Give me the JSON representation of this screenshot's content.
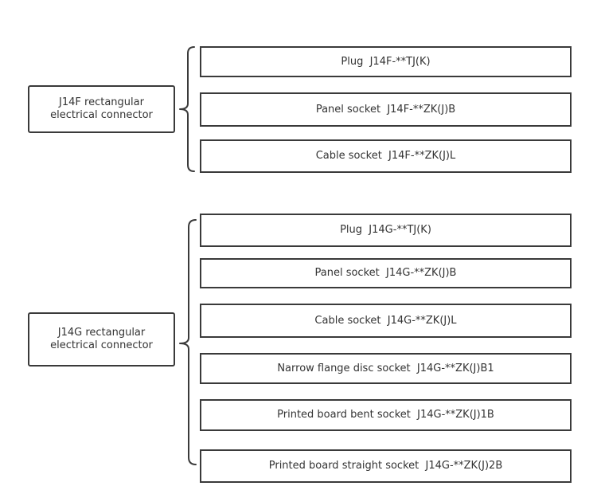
{
  "groups": [
    {
      "root": "J14F rectangular electrical connector",
      "items": [
        "Plug  J14F-**TJ(K)",
        "Panel socket  J14F-**ZK(J)B",
        "Cable socket  J14F-**ZK(J)L"
      ]
    },
    {
      "root": "J14G rectangular electrical connector",
      "items": [
        "Plug  J14G-**TJ(K)",
        "Panel socket  J14G-**ZK(J)B",
        "Cable socket  J14G-**ZK(J)L",
        "Narrow flange disc socket  J14G-**ZK(J)B1",
        "Printed board bent socket  J14G-**ZK(J)1B",
        "Printed board straight socket  J14G-**ZK(J)2B"
      ]
    }
  ]
}
